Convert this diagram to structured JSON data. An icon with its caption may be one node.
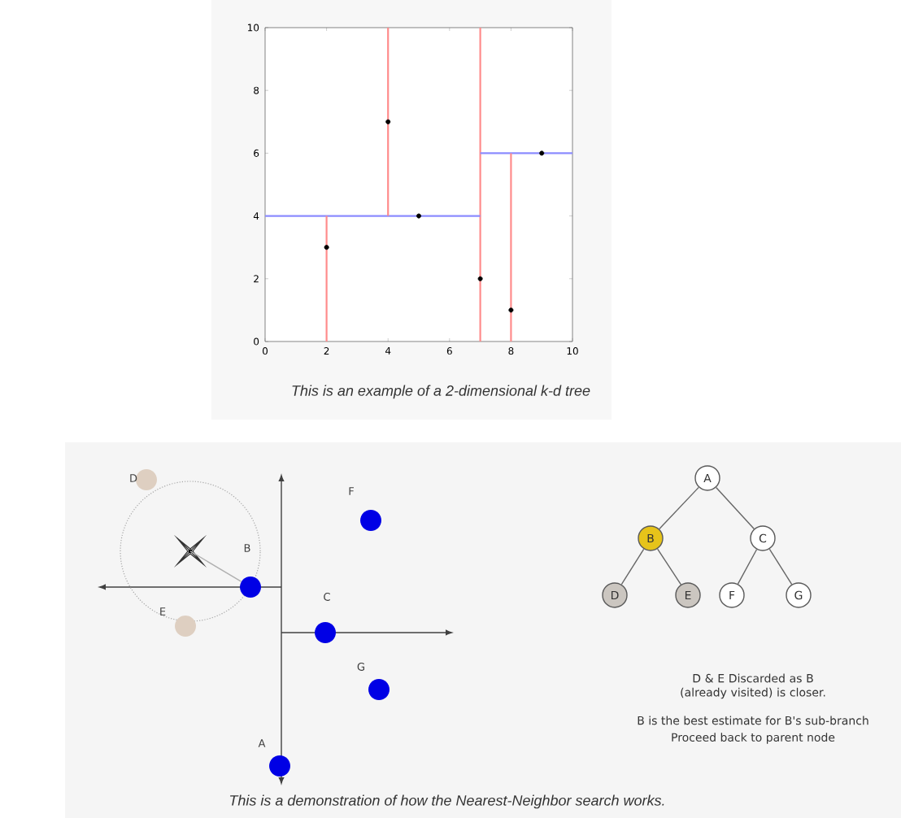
{
  "diagram": {
    "caption": "*This is a demonstration of how the Nearest-Neighbor search works.*",
    "nodes": [
      {
        "text": [],
        "shape": "circle",
        "beside": [
          "D"
        ]
      },
      {
        "text": [],
        "shape": "circle",
        "beside": [
          "F"
        ]
      },
      {
        "text": [],
        "shape": "star"
      },
      {
        "text": [],
        "shape": "circle",
        "beside": [
          "B"
        ]
      },
      {
        "text": [],
        "shape": "circle",
        "beside": [
          "C"
        ]
      },
      {
        "text": [],
        "shape": "circle",
        "beside": [
          "E"
        ]
      },
      {
        "text": [],
        "shape": "circle",
        "beside": [
          "G"
        ]
      },
      {
        "text": [],
        "shape": "circle",
        "beside": [
          "A"
        ]
      },
      {
        "text": [
          "A"
        ]
      },
      {
        "text": [
          "B"
        ]
      },
      {
        "text": [
          "C"
        ]
      },
      {
        "text": [
          "D"
        ]
      },
      {
        "text": [
          "E"
        ]
      },
      {
        "text": [
          "F"
        ]
      },
      {
        "text": [
          "G"
        ]
      }
    ],
    "edges": [
      {
        "from": 2,
        "to": 3,
        "arrow": "none",
        "color": "#b0b0b0"
      },
      {
        "from": 8,
        "to": 9,
        "arrow": "none"
      },
      {
        "from": 8,
        "to": 10,
        "arrow": "none"
      },
      {
        "from": 9,
        "to": 11,
        "arrow": "none"
      },
      {
        "from": 9,
        "to": 12,
        "arrow": "none"
      },
      {
        "from": 10,
        "to": 13,
        "arrow": "none"
      },
      {
        "from": 10,
        "to": 14,
        "arrow": "none"
      }
    ],
    "labels": [
      "This is an example of a 2-dimensional k-d tree",
      "D & E Discarded as B (already visited) is closer.",
      "B is the best estimate for B's sub-branch",
      "Proceed back to parent node"
    ],
    "chart_data": {
      "type": "scatter",
      "x": [
        2,
        5,
        9,
        4,
        8,
        7
      ],
      "values": [
        3,
        4,
        6,
        7,
        1,
        2
      ],
      "xlim": [
        0,
        10
      ],
      "ylim": [
        0,
        10
      ],
      "xticks": [
        0,
        2,
        4,
        6,
        8,
        10
      ],
      "yticks": [
        0,
        2,
        4,
        6,
        8,
        10
      ],
      "ref_lines": [
        {
          "axis": "x",
          "value": 7
        },
        {
          "axis": "y",
          "value": 4
        },
        {
          "axis": "x",
          "value": 2
        },
        {
          "axis": "x",
          "value": 4
        },
        {
          "axis": "y",
          "value": 6
        },
        {
          "axis": "x",
          "value": 8
        }
      ]
    }
  }
}
